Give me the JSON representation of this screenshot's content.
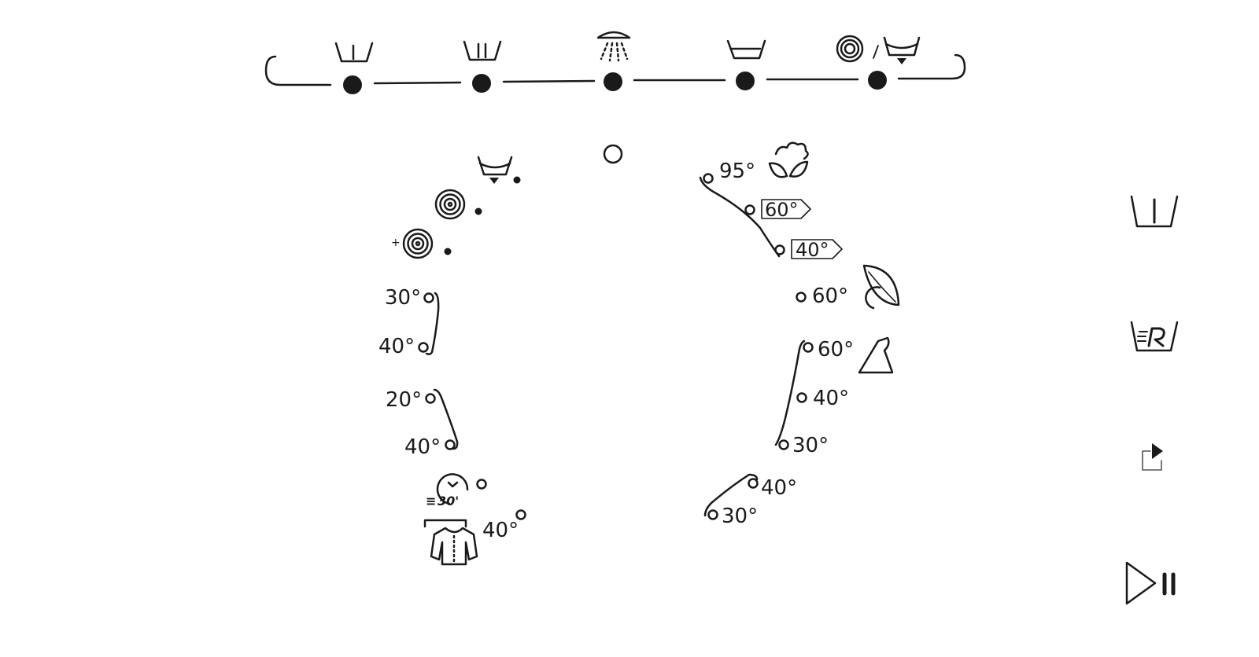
{
  "process_bar": {
    "steps": [
      {
        "icon": "prewash-icon"
      },
      {
        "icon": "main-wash-icon"
      },
      {
        "icon": "rinse-icon"
      },
      {
        "icon": "wash-tub-icon"
      },
      {
        "icon": "spin-drain-icon"
      }
    ]
  },
  "left_options": {
    "plus": "+"
  },
  "left_programs": {
    "group_a_top": "30°",
    "group_a_bottom": "40°",
    "group_b_top": "20°",
    "group_b_bottom": "40°",
    "quick_duration": "30'",
    "shirts_temp": "40°"
  },
  "right_programs": {
    "cotton_temp": "95°",
    "eco_60": "60°",
    "eco_40": "40°",
    "leaf_temp": "60°",
    "group_c_top": "60°",
    "group_c_mid": "40°",
    "group_c_bottom": "30°",
    "group_d_top": "40°",
    "group_d_bottom": "30°"
  },
  "side_buttons": [
    {
      "icon": "prewash-button-icon"
    },
    {
      "icon": "rapid-wash-icon"
    },
    {
      "icon": "delay-start-icon"
    },
    {
      "icon": "start-pause-icon"
    }
  ],
  "colors": {
    "ink": "#1a1a1a",
    "background": "#ffffff"
  }
}
